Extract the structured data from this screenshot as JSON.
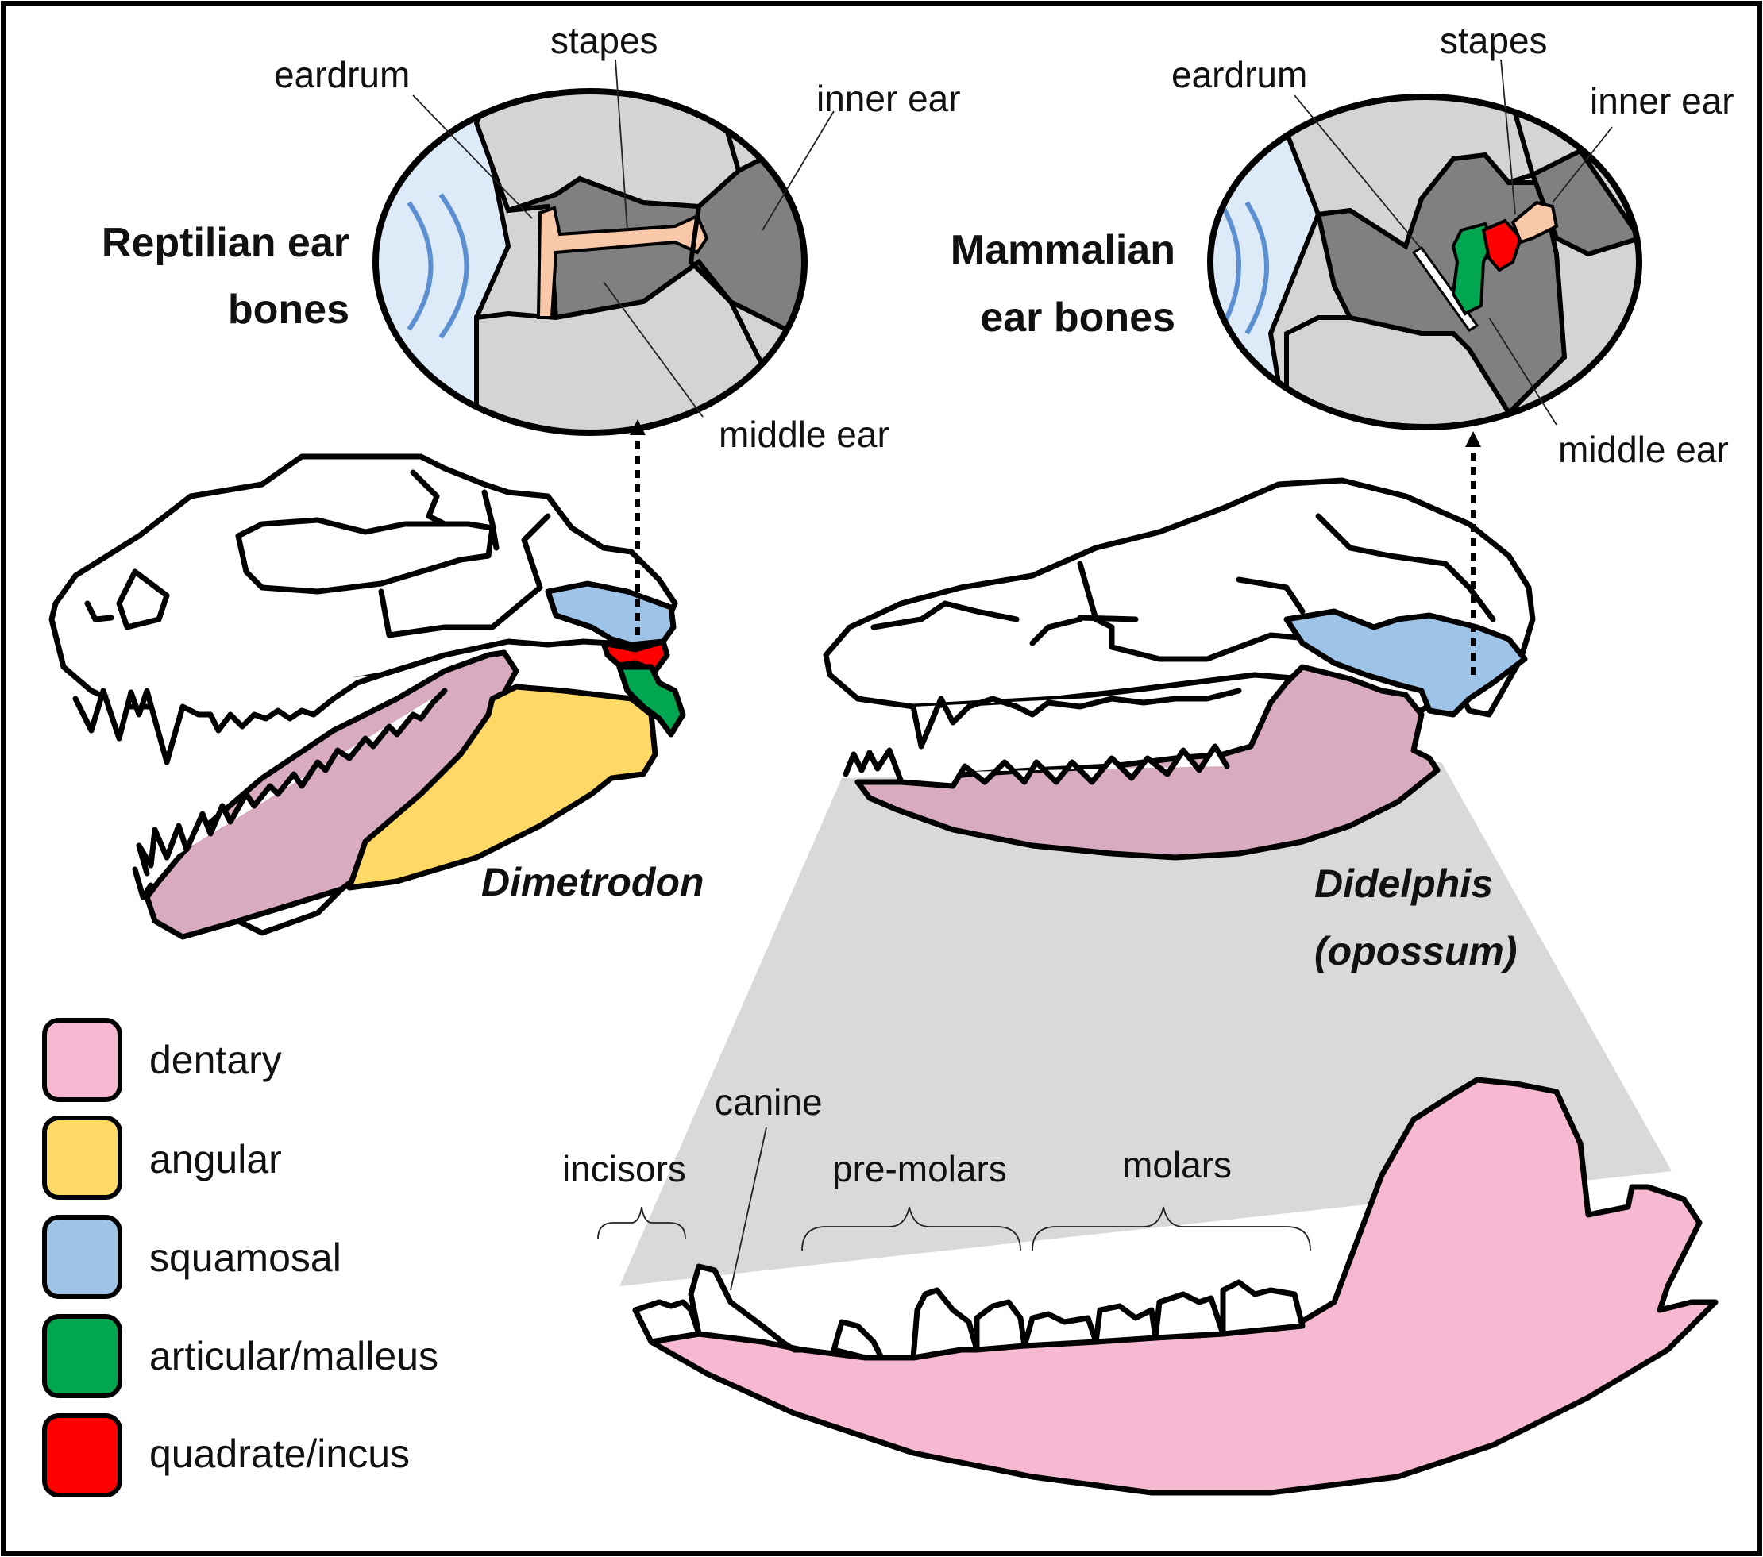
{
  "colors": {
    "dentary": "#f7b8d2",
    "dentary_muted": "#d8abc0",
    "angular": "#ffd866",
    "squamosal": "#9dc3e6",
    "articular_malleus": "#00a650",
    "quadrate_incus": "#ff0000",
    "stapes": "#f8c8a8",
    "ear_dark": "#808080",
    "ear_light": "#d4d4d4",
    "ear_canal": "#ddeaf8",
    "projection": "#d9d9d9"
  },
  "reptile_ear": {
    "title_line1": "Reptilian ear",
    "title_line2": "bones",
    "eardrum": "eardrum",
    "stapes": "stapes",
    "inner_ear": "inner ear",
    "middle_ear": "middle ear"
  },
  "mammal_ear": {
    "title_line1": "Mammalian",
    "title_line2": "ear bones",
    "eardrum": "eardrum",
    "stapes": "stapes",
    "inner_ear": "inner ear",
    "middle_ear": "middle ear"
  },
  "species": {
    "reptile": "Dimetrodon",
    "mammal_line1": "Didelphis",
    "mammal_line2": "(opossum)"
  },
  "jaw_detail": {
    "canine": "canine",
    "incisors": "incisors",
    "premolars": "pre-molars",
    "molars": "molars"
  },
  "legend": [
    {
      "label": "dentary",
      "color": "#f7b8d2"
    },
    {
      "label": "angular",
      "color": "#ffd866"
    },
    {
      "label": "squamosal",
      "color": "#9dc3e6"
    },
    {
      "label": "articular/malleus",
      "color": "#00a650"
    },
    {
      "label": "quadrate/incus",
      "color": "#ff0000"
    }
  ]
}
